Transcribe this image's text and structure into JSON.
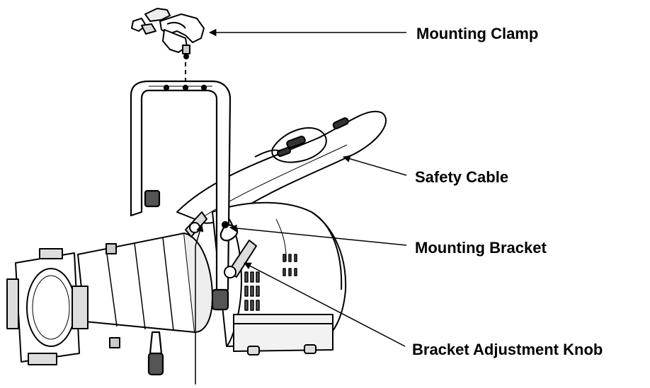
{
  "diagram": {
    "callouts": {
      "mounting_clamp": "Mounting Clamp",
      "safety_cable": "Safety Cable",
      "mounting_bracket": "Mounting Bracket",
      "bracket_adjustment_knob": "Bracket Adjustment Knob"
    },
    "colors": {
      "line": "#000000",
      "fill_light": "#ffffff",
      "fill_shade": "#e6e6e6",
      "fill_dark": "#555555",
      "background": "#ffffff"
    }
  }
}
